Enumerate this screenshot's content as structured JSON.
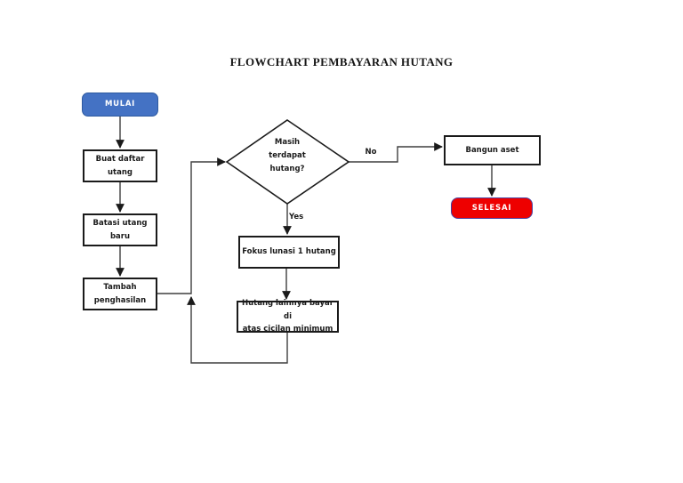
{
  "title": "FLOWCHART PEMBAYARAN HUTANG",
  "colors": {
    "start_fill": "#4472C4",
    "start_border": "#2e5aa0",
    "end_fill": "#ee0000",
    "end_border": "#4a3f9f",
    "line": "#3f3f3f",
    "box_border": "#1a1a1a"
  },
  "nodes": {
    "mulai": {
      "label": "MULAI",
      "type": "start"
    },
    "buat": {
      "label": "Buat daftar\nutang",
      "type": "process"
    },
    "batasi": {
      "label": "Batasi utang\nbaru",
      "type": "process"
    },
    "tambah": {
      "label": "Tambah\npenghasilan",
      "type": "process"
    },
    "masih": {
      "label": "Masih\nterdapat\nhutang?",
      "type": "decision"
    },
    "bangun": {
      "label": "Bangun aset",
      "type": "process"
    },
    "selesai": {
      "label": "SELESAI",
      "type": "end"
    },
    "fokus": {
      "label": "Fokus lunasi 1 hutang",
      "type": "process"
    },
    "hutang": {
      "label": "Hutang lainnya bayar di\natas cicilan minimum",
      "type": "process"
    }
  },
  "edge_labels": {
    "no": "No",
    "yes": "Yes"
  }
}
